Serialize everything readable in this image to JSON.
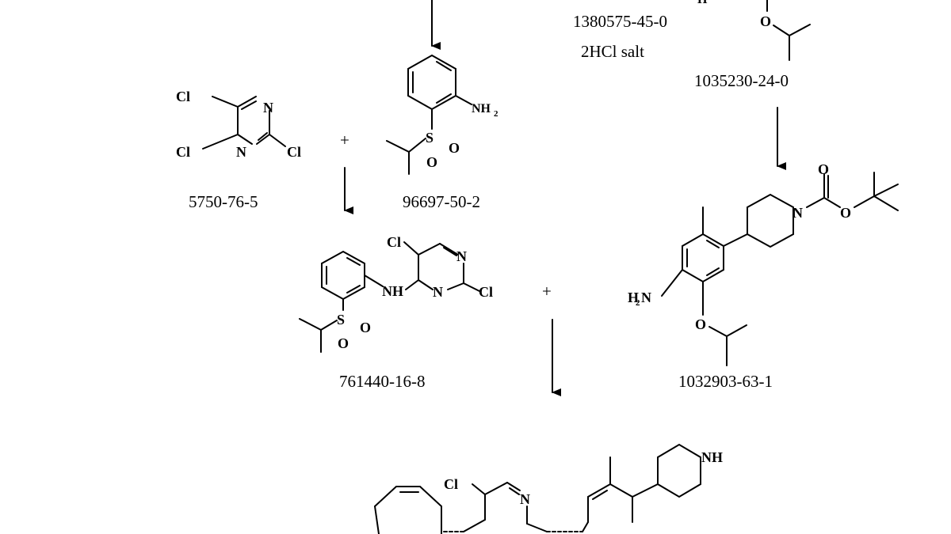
{
  "compounds": {
    "c1380575": {
      "cas": "1380575-45-0",
      "salt": "2HCl salt"
    },
    "c1035230": {
      "cas": "1035230-24-0"
    },
    "c5750": {
      "cas": "5750-76-5"
    },
    "c96697": {
      "cas": "96697-50-2"
    },
    "c761440": {
      "cas": "761440-16-8"
    },
    "c1032903": {
      "cas": "1032903-63-1"
    }
  },
  "operators": {
    "plus": "+"
  },
  "atoms": {
    "cl": "Cl",
    "n": "N",
    "nh": "NH",
    "nh2": "NH",
    "h2n": "H",
    "s": "S",
    "o": "O",
    "sub2": "2"
  }
}
